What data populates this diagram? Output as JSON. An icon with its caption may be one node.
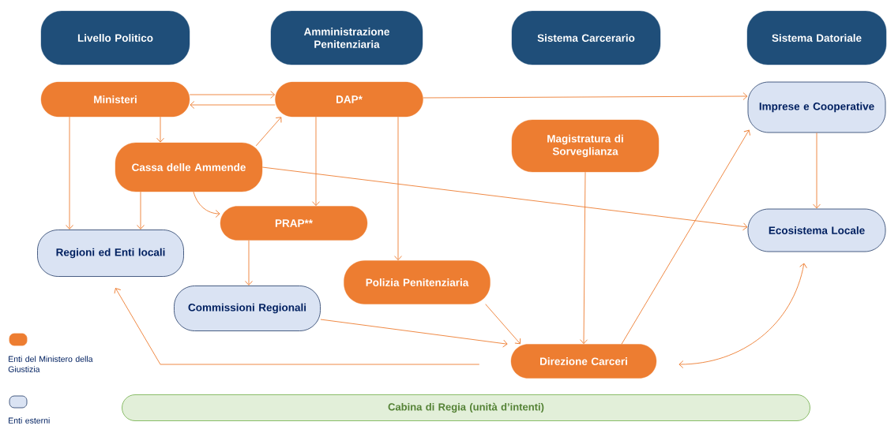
{
  "diagram": {
    "nodes": [
      {
        "text": [
          "Livello Politico"
        ]
      },
      {
        "text": [
          "Amministrazione Penitenziaria"
        ]
      },
      {
        "text": [
          "Sistema Carcerario"
        ]
      },
      {
        "text": [
          "Sistema Datoriale"
        ]
      },
      {
        "text": [
          "Ministeri"
        ]
      },
      {
        "text": [
          "DAP*"
        ]
      },
      {
        "text": [
          "Imprese e Cooperative"
        ]
      },
      {
        "text": [
          "Magistratura di Sorveglianza"
        ]
      },
      {
        "text": [
          "Cassa delle Ammende"
        ]
      },
      {
        "text": [
          "PRAP**"
        ]
      },
      {
        "text": [
          "Ecosistema Locale"
        ]
      },
      {
        "text": [
          "Regioni ed Enti locali"
        ]
      },
      {
        "text": [
          "Polizia Penitenziaria"
        ]
      },
      {
        "text": [
          "Commissioni Regionali"
        ]
      },
      {
        "text": [
          "Direzione Carceri"
        ]
      },
      {
        "text": [
          "Cabina di Regia (unità d’intenti)"
        ]
      }
    ],
    "edges": [
      {
        "from": 4,
        "to": 5,
        "arrow": "to"
      },
      {
        "from": 5,
        "to": 4,
        "arrow": "to"
      },
      {
        "from": 4,
        "to": 8,
        "arrow": "to"
      },
      {
        "from": 4,
        "to": 11,
        "arrow": "to"
      },
      {
        "from": 8,
        "to": 11,
        "arrow": "to"
      },
      {
        "from": 8,
        "to": 5,
        "arrow": "to"
      },
      {
        "from": 8,
        "to": 9,
        "arrow": "to"
      },
      {
        "from": 8,
        "to": 10,
        "arrow": "to"
      },
      {
        "from": 5,
        "to": 9,
        "arrow": "to"
      },
      {
        "from": 5,
        "to": 12,
        "arrow": "to"
      },
      {
        "from": 5,
        "to": 6,
        "arrow": "to"
      },
      {
        "from": 6,
        "to": 10,
        "arrow": "to"
      },
      {
        "from": 9,
        "to": 13,
        "arrow": "to"
      },
      {
        "from": 12,
        "to": 14,
        "arrow": "to"
      },
      {
        "from": 13,
        "to": 14,
        "arrow": "to"
      },
      {
        "from": 7,
        "to": 14,
        "arrow": "to"
      },
      {
        "from": 14,
        "to": 6,
        "arrow": "to"
      },
      {
        "from": 14,
        "to": 10,
        "arrow": "both"
      },
      {
        "from": 14,
        "to": 11,
        "arrow": "to"
      }
    ],
    "legend": [
      {
        "text": "Enti del Ministero della Giustizia",
        "color": "#ed7d31"
      },
      {
        "text": "Enti esterni",
        "color": "#dae3f3"
      }
    ]
  }
}
